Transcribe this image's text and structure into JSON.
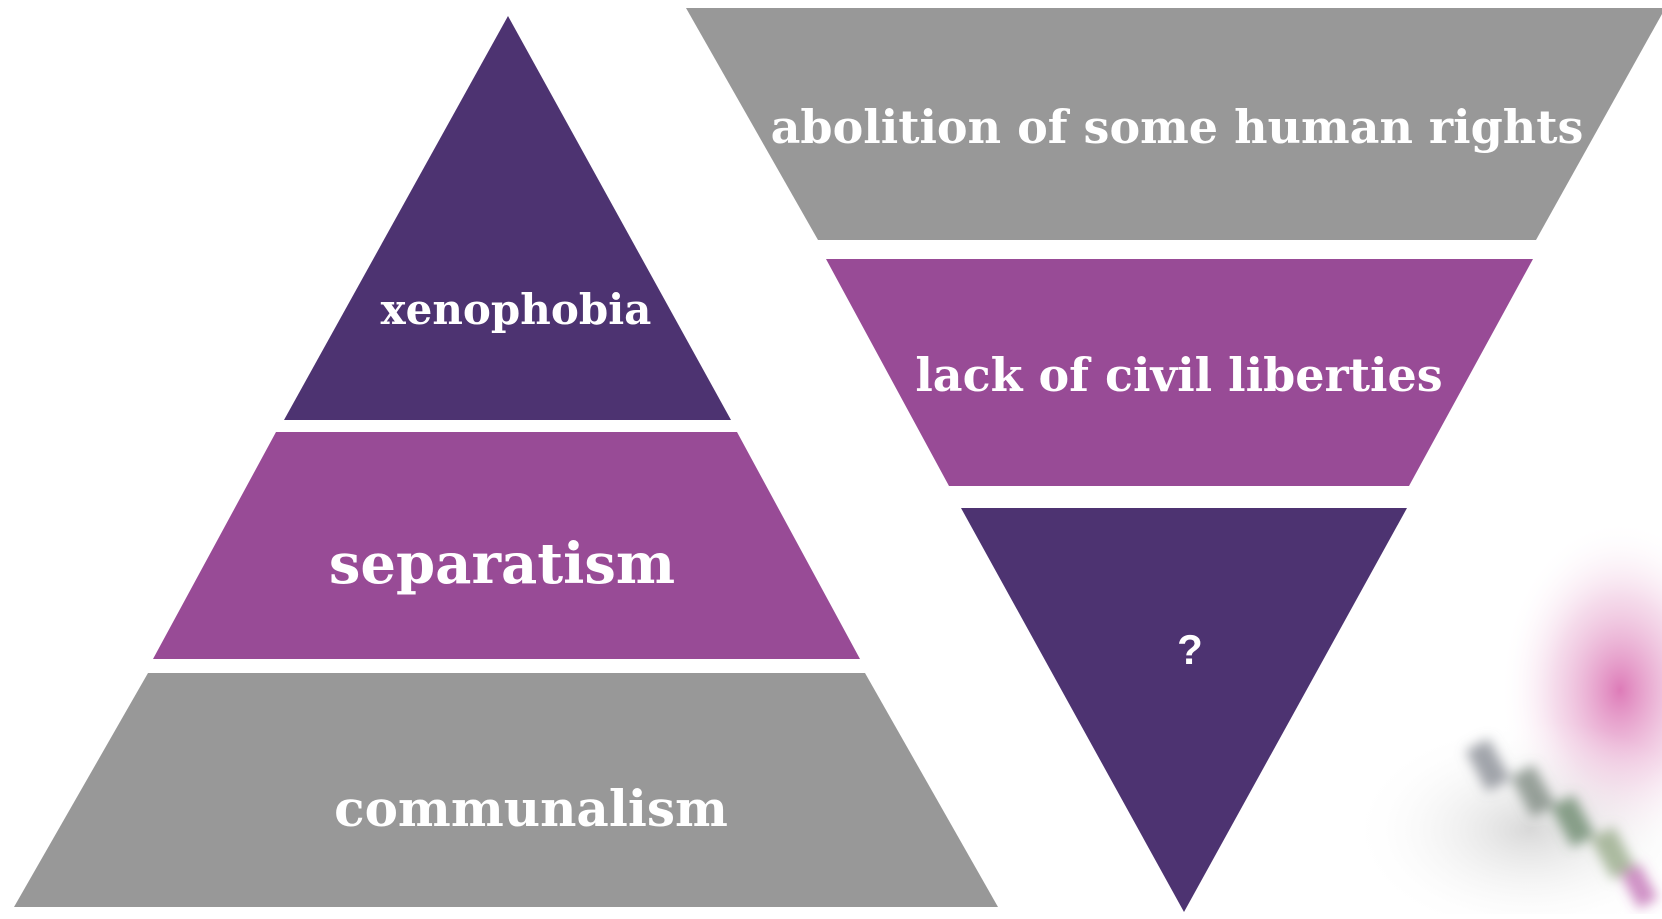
{
  "colors": {
    "dark_purple": "#4d3371",
    "magenta": "#984b96",
    "gray": "#989898",
    "text": "#ffffff"
  },
  "pyramid": {
    "top": {
      "label": "xenophobia"
    },
    "middle": {
      "label": "separatism"
    },
    "bottom": {
      "label": "communalism"
    }
  },
  "inverted_pyramid": {
    "top": {
      "label": "abolition of some human rights"
    },
    "middle": {
      "label": "lack of civil liberties"
    },
    "bottom": {
      "label": "?"
    }
  },
  "background_image": {
    "icon": "blurred-photo-decoration"
  }
}
